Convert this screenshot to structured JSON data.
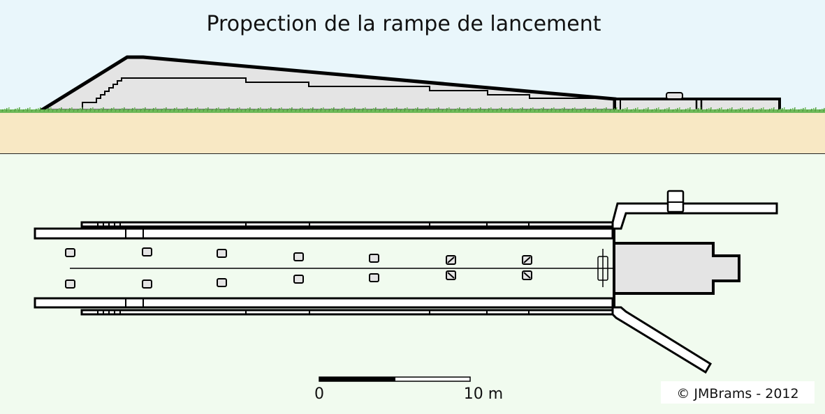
{
  "title": "Propection de la rampe de lancement",
  "scale_bar": {
    "start_label": "0",
    "end_label": "10 m"
  },
  "copyright": "©  JMBrams  -  2012",
  "colors": {
    "sky": "#e9f6fb",
    "ground": "#f8e8c4",
    "grass": "#6fb95a",
    "plan_background": "#f1fbef",
    "structure_fill": "#e4e4e4",
    "outline": "#000000"
  }
}
